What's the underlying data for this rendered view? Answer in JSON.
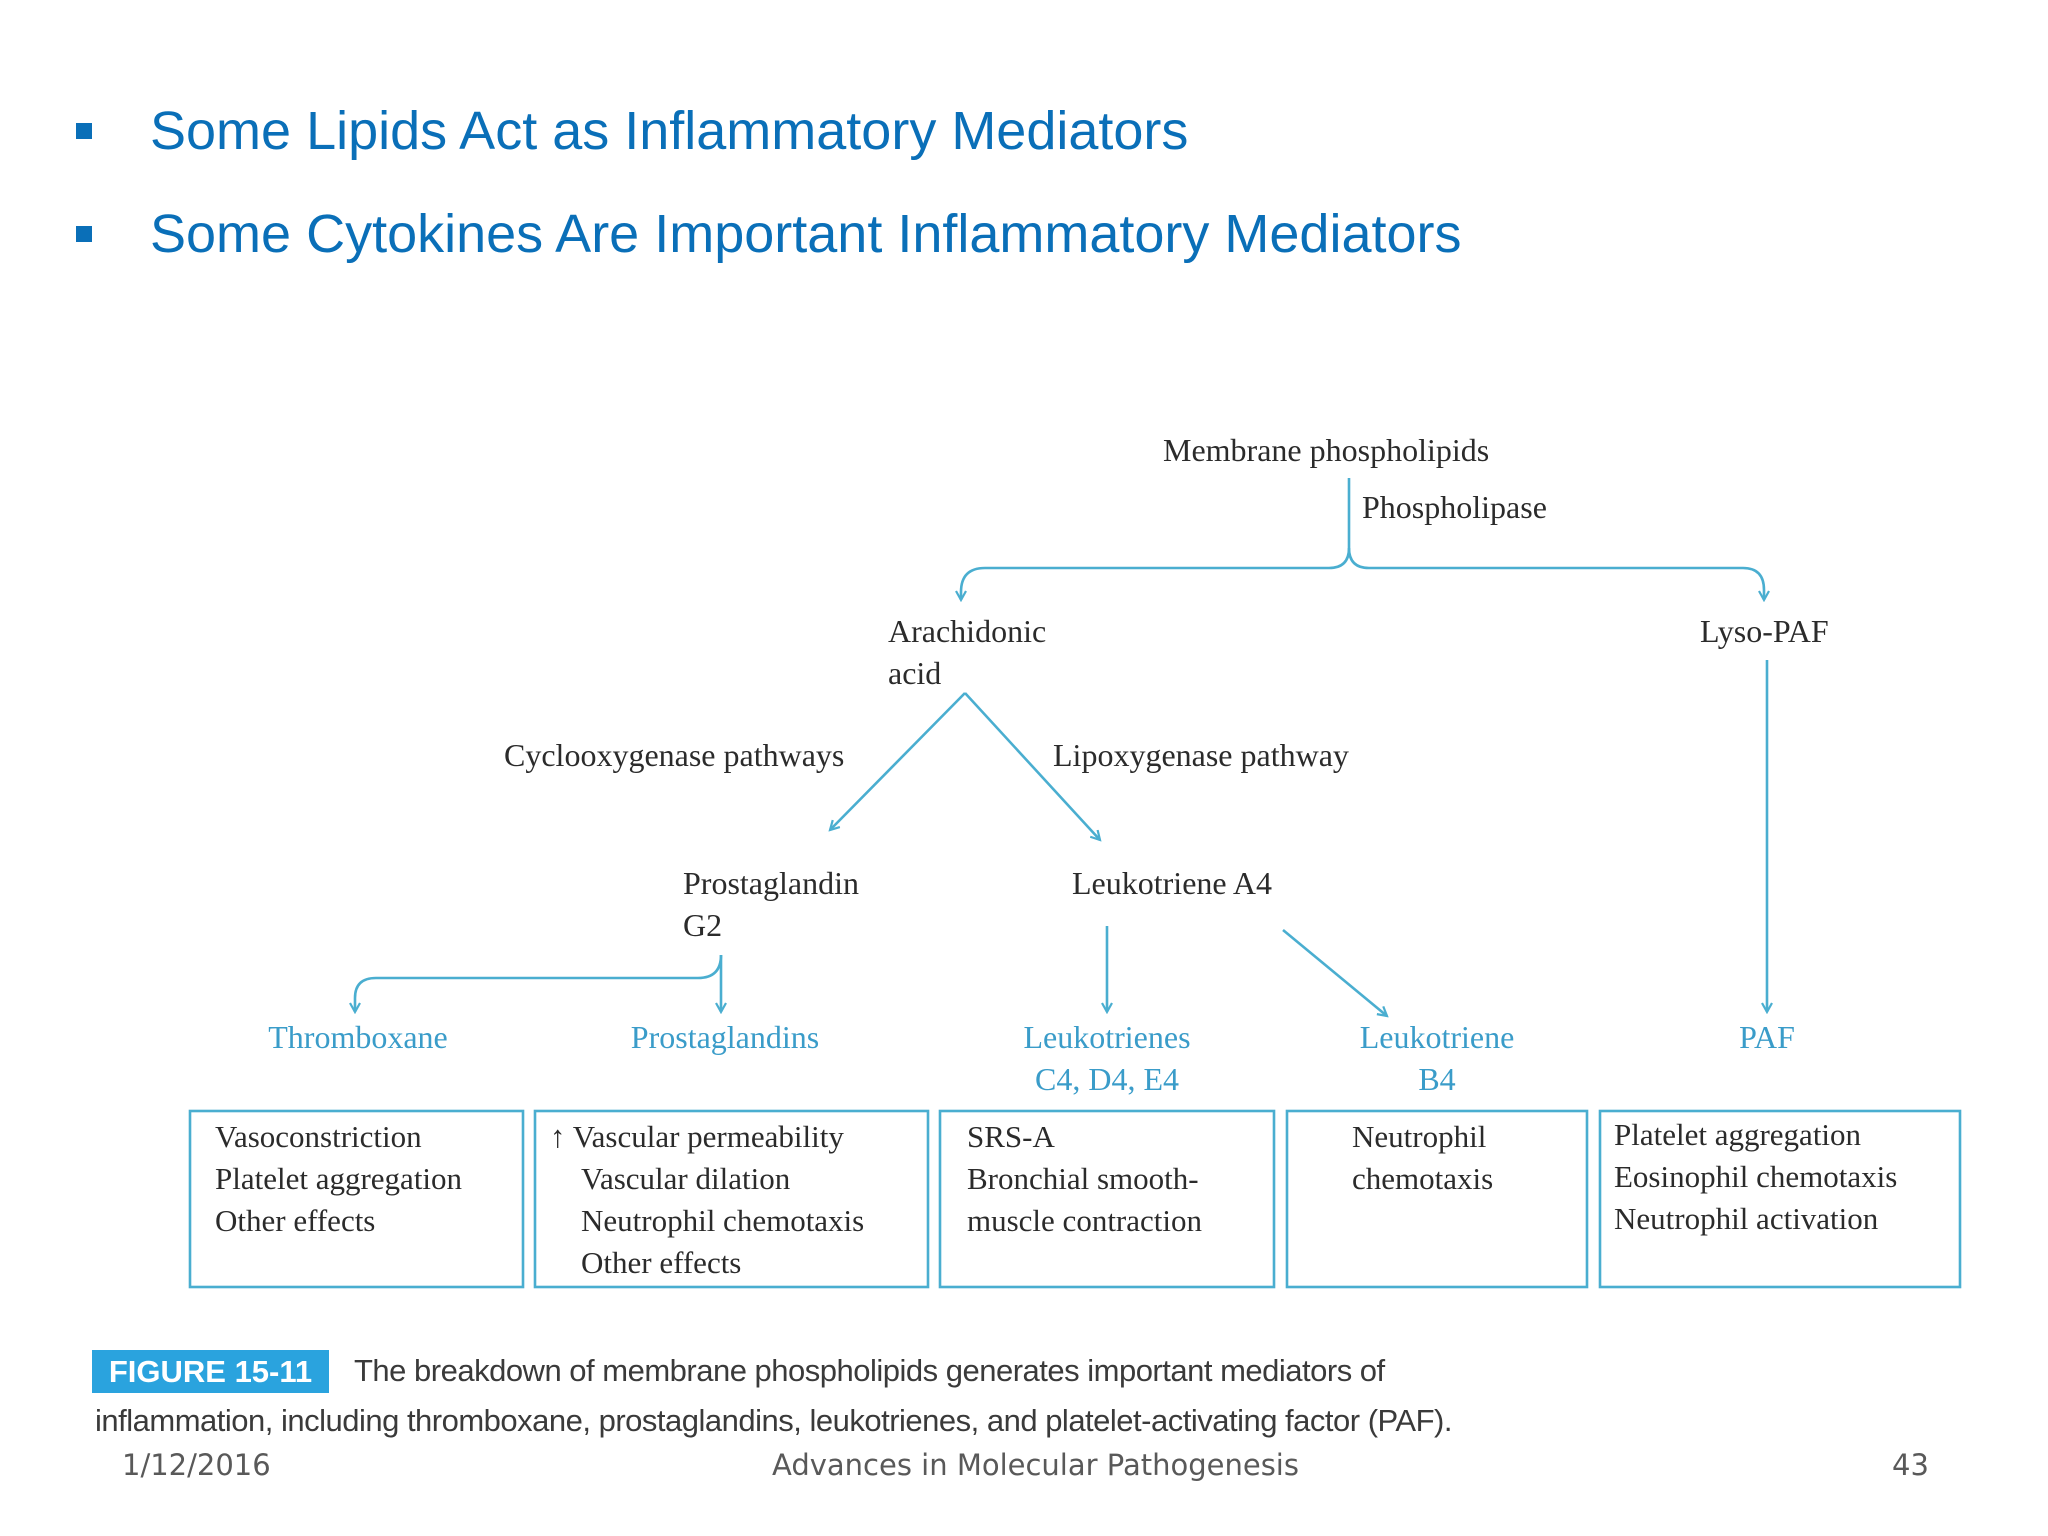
{
  "bullets": [
    "Some Lipids Act as Inflammatory Mediators",
    "Some Cytokines Are Important Inflammatory Mediators"
  ],
  "diagram": {
    "membrane": "Membrane phospholipids",
    "phospholipase": "Phospholipase",
    "arachidonic_line1": "Arachidonic",
    "arachidonic_line2": "acid",
    "lyso_paf": "Lyso-PAF",
    "cyclooxygenase": "Cyclooxygenase pathways",
    "lipoxygenase": "Lipoxygenase pathway",
    "prostaglandin_line1": "Prostaglandin",
    "prostaglandin_line2": "G2",
    "leukotriene_a4": "Leukotriene A4",
    "products": {
      "thromboxane": "Thromboxane",
      "prostaglandins": "Prostaglandins",
      "leukotrienes_line1": "Leukotrienes",
      "leukotrienes_line2": "C4, D4, E4",
      "leukotriene_b4_line1": "Leukotriene",
      "leukotriene_b4_line2": "B4",
      "paf": "PAF"
    },
    "effects": {
      "thromboxane": [
        "Vasoconstriction",
        "Platelet aggregation",
        "Other effects"
      ],
      "prostaglandins": [
        "↑ Vascular permeability",
        "Vascular dilation",
        "Neutrophil chemotaxis",
        "Other effects"
      ],
      "leukotrienes": [
        "SRS-A",
        "Bronchial smooth-",
        "muscle contraction"
      ],
      "leukotriene_b4": [
        "Neutrophil",
        "chemotaxis"
      ],
      "paf": [
        "Platelet aggregation",
        "Eosinophil chemotaxis",
        "Neutrophil activation"
      ]
    }
  },
  "caption": {
    "tag": "FIGURE 15-11",
    "line1": "The breakdown of membrane phospholipids generates important mediators of",
    "line2": "inflammation, including thromboxane, prostaglandins, leukotrienes, and platelet-activating factor (PAF)."
  },
  "footer": {
    "date": "1/12/2016",
    "title": "Advances in Molecular Pathogenesis",
    "page": "43"
  },
  "colors": {
    "bullet_blue": "#0a6fb8",
    "diagram_line": "#4aaed0",
    "product_text": "#3a9cc9",
    "caption_tag_bg": "#2aa3de"
  }
}
